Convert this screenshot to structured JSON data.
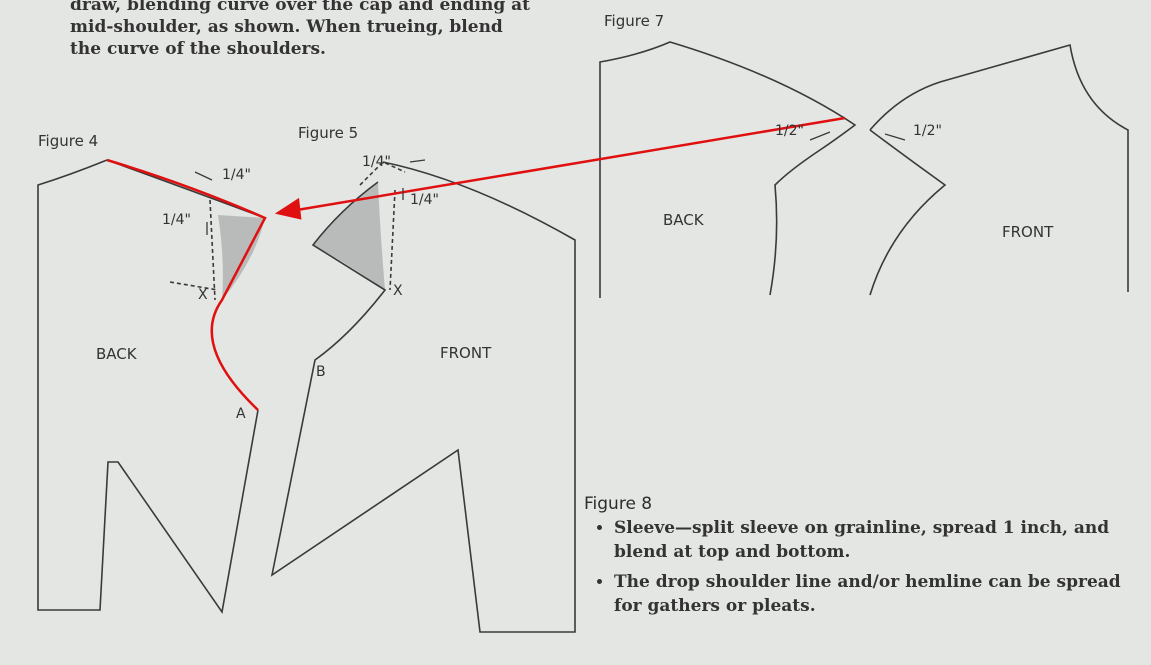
{
  "intro_text": [
    "draw, blending curve over the cap and ending at",
    "mid-shoulder, as shown. When trueing, blend",
    "the curve of the shoulders."
  ],
  "figures": {
    "fig4": {
      "title": "Figure 4",
      "label": "BACK",
      "measure1": "1/4\"",
      "measure2": "1/4\"",
      "mark_x": "X",
      "mark_a": "A"
    },
    "fig5": {
      "title": "Figure 5",
      "label": "FRONT",
      "measure1": "1/4\"",
      "measure2": "1/4\"",
      "mark_x": "X",
      "mark_b": "B"
    },
    "fig7": {
      "title": "Figure 7",
      "back_label": "BACK",
      "front_label": "FRONT",
      "back_measure": "1/2\"",
      "front_measure": "1/2\""
    },
    "fig8": {
      "title": "Figure 8",
      "bullets": [
        "Sleeve—split sleeve on grainline, spread 1 inch, and blend at top and bottom.",
        "The drop shoulder line and/or hemline can be spread for gathers or pleats."
      ]
    }
  },
  "colors": {
    "annotation": "#e01010",
    "line": "#3a3a3a",
    "shade": "#b9bbba"
  }
}
